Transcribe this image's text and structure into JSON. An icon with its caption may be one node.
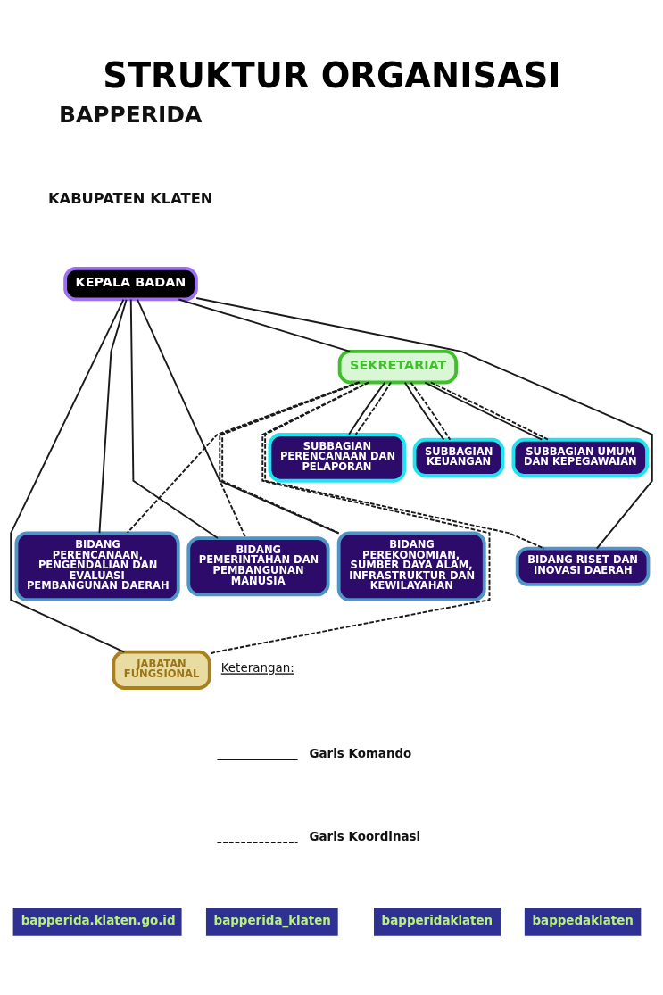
{
  "diagram": {
    "title": "STRUKTUR ORGANISASI",
    "nodes": [
      {
        "text": [
          "KEPALA BADAN"
        ]
      },
      {
        "text": [
          "SEKRETARIAT"
        ]
      },
      {
        "text": [
          "SUBBAGIAN PERENCANAAN DAN PELAPORAN"
        ]
      },
      {
        "text": [
          "SUBBAGIAN KEUANGAN"
        ]
      },
      {
        "text": [
          "SUBBAGIAN UMUM DAN KEPEGAWAIAN"
        ]
      },
      {
        "text": [
          "BIDANG PERENCANAAN, PENGENDALIAN DAN EVALUASI PEMBANGUNAN DAERAH"
        ]
      },
      {
        "text": [
          "BIDANG PEMERINTAHAN DAN PEMBANGUNAN MANUSIA"
        ]
      },
      {
        "text": [
          "BIDANG PEREKONOMIAN, SUMBER DAYA ALAM, INFRASTRUKTUR DAN KEWILAYAHAN"
        ]
      },
      {
        "text": [
          "BIDANG RISET DAN INOVASI DAERAH"
        ]
      },
      {
        "text": [
          "JABATAN FUNGSIONAL"
        ]
      }
    ],
    "edges": [
      {
        "from": 0,
        "to": 1,
        "arrow": "none"
      },
      {
        "from": 1,
        "to": 2,
        "arrow": "none"
      },
      {
        "from": 1,
        "to": 3,
        "arrow": "none"
      },
      {
        "from": 1,
        "to": 4,
        "arrow": "none"
      },
      {
        "from": 1,
        "to": 2,
        "arrow": "none",
        "style": "dashed"
      },
      {
        "from": 1,
        "to": 3,
        "arrow": "none",
        "style": "dashed"
      },
      {
        "from": 1,
        "to": 4,
        "arrow": "none",
        "style": "dashed"
      },
      {
        "from": 0,
        "to": 5,
        "arrow": "none"
      },
      {
        "from": 0,
        "to": 6,
        "arrow": "none"
      },
      {
        "from": 0,
        "to": 7,
        "arrow": "none"
      },
      {
        "from": 0,
        "to": 8,
        "arrow": "none"
      },
      {
        "from": 0,
        "to": 9,
        "arrow": "none"
      },
      {
        "from": 1,
        "to": 5,
        "arrow": "none",
        "style": "dashed"
      },
      {
        "from": 1,
        "to": 6,
        "arrow": "none",
        "style": "dashed"
      },
      {
        "from": 1,
        "to": 7,
        "arrow": "none",
        "style": "dashed"
      },
      {
        "from": 1,
        "to": 8,
        "arrow": "none",
        "style": "dashed"
      },
      {
        "from": 1,
        "to": 9,
        "arrow": "none",
        "style": "dashed"
      }
    ],
    "labels": [
      "BAPPERIDA",
      "KABUPATEN KLATEN",
      "Keterangan:",
      "bapperida.klaten.go.id",
      "bapperida_klaten",
      "bapperidaklaten",
      "bappedaklaten"
    ],
    "legend": [
      {
        "text": "Garis Komando"
      },
      {
        "text": "Garis Koordinasi"
      }
    ]
  }
}
